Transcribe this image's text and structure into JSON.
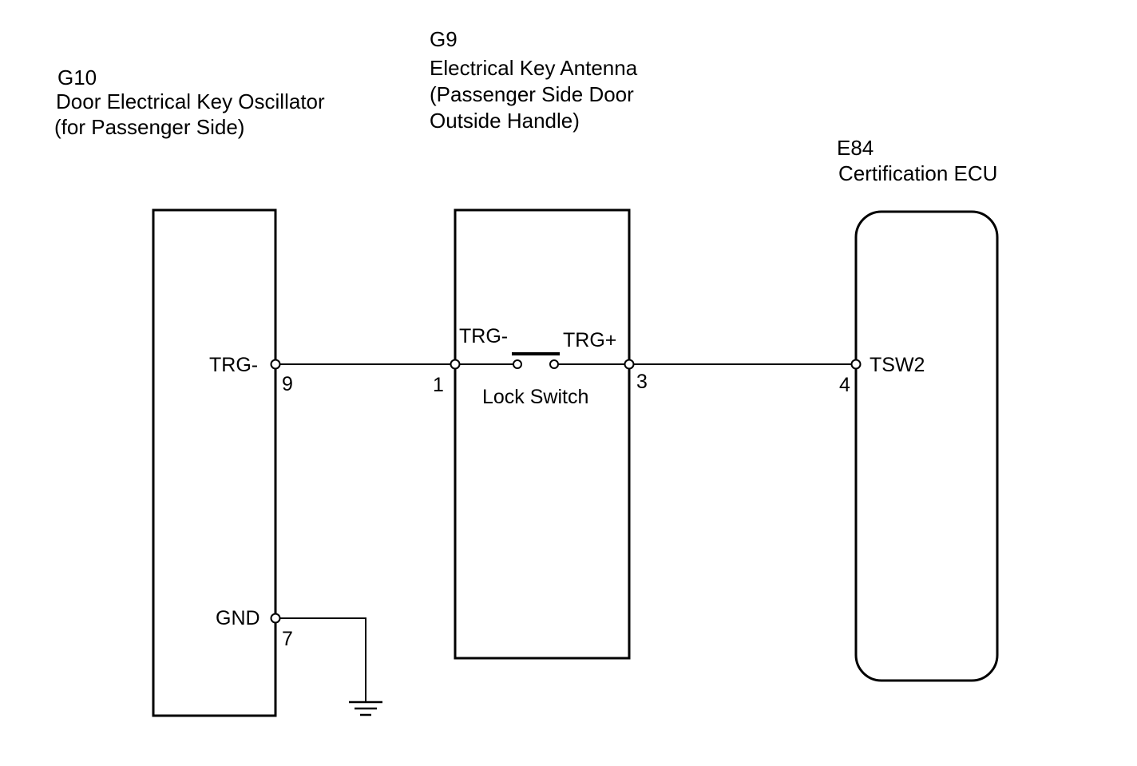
{
  "components": {
    "g10": {
      "code": "G10",
      "name_line1": "Door Electrical Key Oscillator",
      "name_line2": "(for Passenger Side)",
      "pins": {
        "trg_minus": {
          "label": "TRG-",
          "number": "9"
        },
        "gnd": {
          "label": "GND",
          "number": "7"
        }
      }
    },
    "g9": {
      "code": "G9",
      "name_line1": "Electrical Key Antenna",
      "name_line2": "(Passenger Side Door",
      "name_line3": "Outside Handle)",
      "pins": {
        "trg_minus": {
          "label": "TRG-",
          "number": "1"
        },
        "trg_plus": {
          "label": "TRG+",
          "number": "3"
        }
      },
      "switch_label": "Lock Switch"
    },
    "e84": {
      "code": "E84",
      "name": "Certification ECU",
      "pins": {
        "tsw2": {
          "label": "TSW2",
          "number": "4"
        }
      }
    }
  }
}
